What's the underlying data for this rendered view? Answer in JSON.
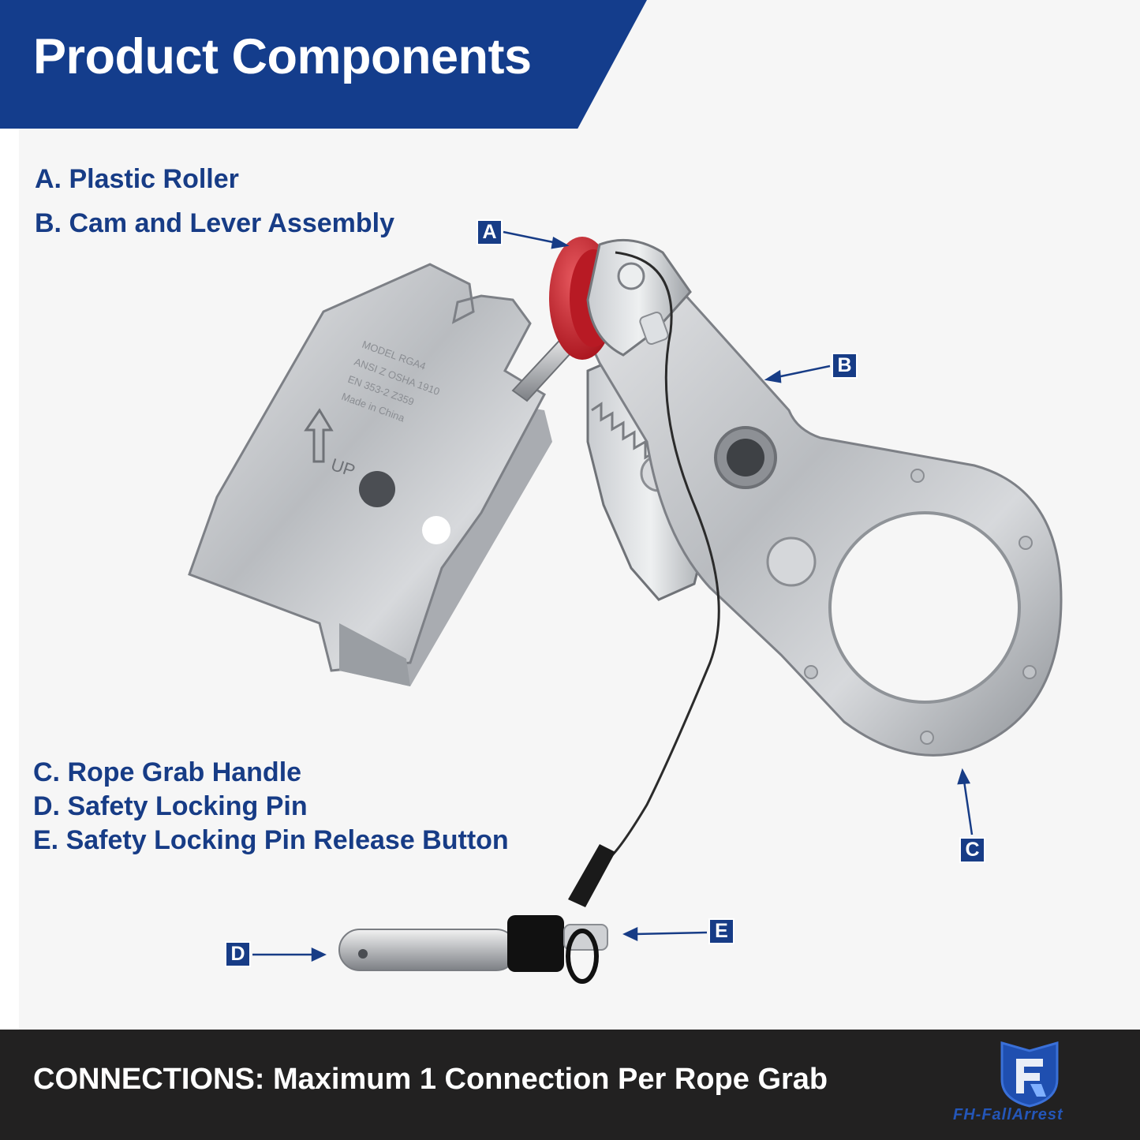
{
  "header": {
    "title": "Product Components"
  },
  "components": {
    "a": "A. Plastic Roller",
    "b": "B. Cam and Lever Assembly",
    "c": "C. Rope Grab Handle",
    "d": "D. Safety Locking Pin",
    "e": "E. Safety Locking Pin Release Button"
  },
  "markers": {
    "a": "A",
    "b": "B",
    "c": "C",
    "d": "D",
    "e": "E"
  },
  "footer": {
    "text": "CONNECTIONS: Maximum 1 Connection Per Rope Grab"
  },
  "logo": {
    "text": "FH-FallArrest"
  },
  "colors": {
    "banner": "#143d8c",
    "label": "#173c86",
    "footer": "#222121",
    "roller": "#c8202b"
  }
}
